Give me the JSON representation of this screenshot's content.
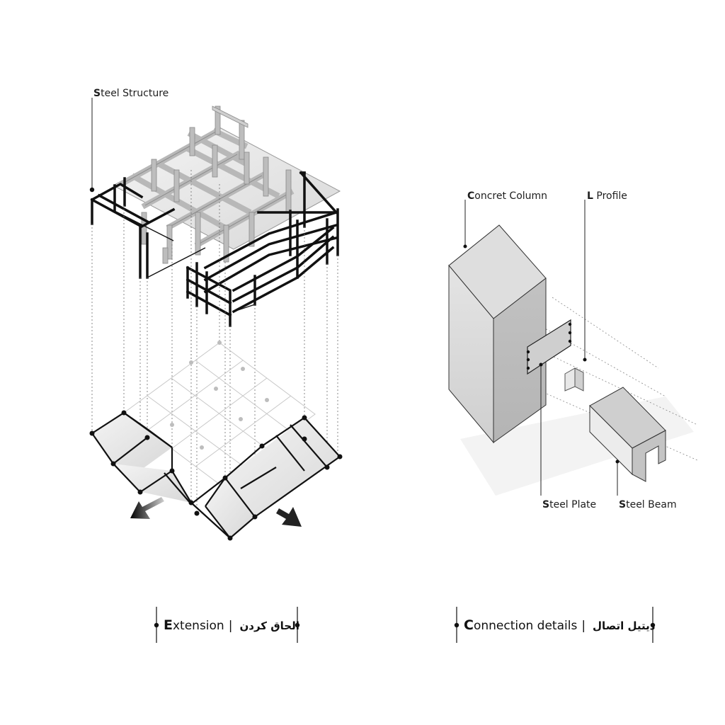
{
  "labels": {
    "steel_structure": {
      "initial": "S",
      "rest": "teel Structure"
    },
    "concrete_column": {
      "initial": "C",
      "rest": "oncret Column"
    },
    "l_profile": {
      "initial": "L",
      "rest": " Profile"
    },
    "steel_plate": {
      "initial": "S",
      "rest": "teel Plate"
    },
    "steel_beam": {
      "initial": "S",
      "rest": "teel Beam"
    }
  },
  "captions": {
    "extension": {
      "initial": "E",
      "rest": "xtension",
      "separator": "|",
      "arabic": "الحاق کردن"
    },
    "connection": {
      "initial": "C",
      "rest": "onnection details",
      "separator": "|",
      "arabic": "دیتیل اتصال"
    }
  },
  "colors": {
    "ink": "#111111",
    "steel_grey": "#b9b9b9",
    "concrete": "#d4d4d4",
    "guide": "#777777"
  }
}
